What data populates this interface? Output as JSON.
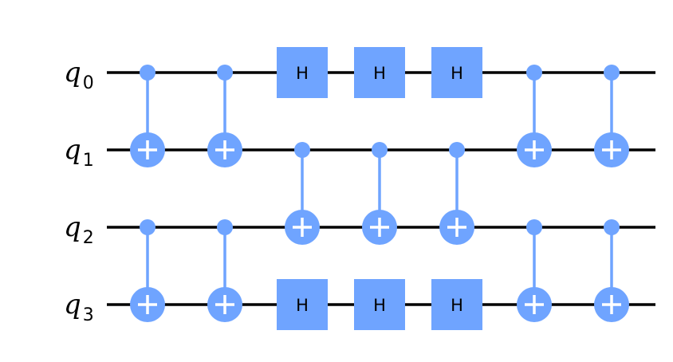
{
  "colors": {
    "gate": "#6fa4ff",
    "wire": "#000000",
    "background": "#ffffff",
    "target_plus": "#ffffff"
  },
  "qubits": [
    {
      "id": 0,
      "label": "q",
      "sub": "0"
    },
    {
      "id": 1,
      "label": "q",
      "sub": "1"
    },
    {
      "id": 2,
      "label": "q",
      "sub": "2"
    },
    {
      "id": 3,
      "label": "q",
      "sub": "3"
    }
  ],
  "gates": [
    {
      "type": "cx",
      "control": 0,
      "target": 1,
      "step": 0
    },
    {
      "type": "cx",
      "control": 2,
      "target": 3,
      "step": 0
    },
    {
      "type": "cx",
      "control": 0,
      "target": 1,
      "step": 1
    },
    {
      "type": "cx",
      "control": 2,
      "target": 3,
      "step": 1
    },
    {
      "type": "h",
      "qubit": 0,
      "label": "H",
      "step": 2
    },
    {
      "type": "cx",
      "control": 1,
      "target": 2,
      "step": 2
    },
    {
      "type": "h",
      "qubit": 3,
      "label": "H",
      "step": 2
    },
    {
      "type": "h",
      "qubit": 0,
      "label": "H",
      "step": 3
    },
    {
      "type": "cx",
      "control": 1,
      "target": 2,
      "step": 3
    },
    {
      "type": "h",
      "qubit": 3,
      "label": "H",
      "step": 3
    },
    {
      "type": "h",
      "qubit": 0,
      "label": "H",
      "step": 4
    },
    {
      "type": "cx",
      "control": 1,
      "target": 2,
      "step": 4
    },
    {
      "type": "h",
      "qubit": 3,
      "label": "H",
      "step": 4
    },
    {
      "type": "cx",
      "control": 0,
      "target": 1,
      "step": 5
    },
    {
      "type": "cx",
      "control": 2,
      "target": 3,
      "step": 5
    },
    {
      "type": "cx",
      "control": 0,
      "target": 1,
      "step": 6
    },
    {
      "type": "cx",
      "control": 2,
      "target": 3,
      "step": 6
    }
  ]
}
